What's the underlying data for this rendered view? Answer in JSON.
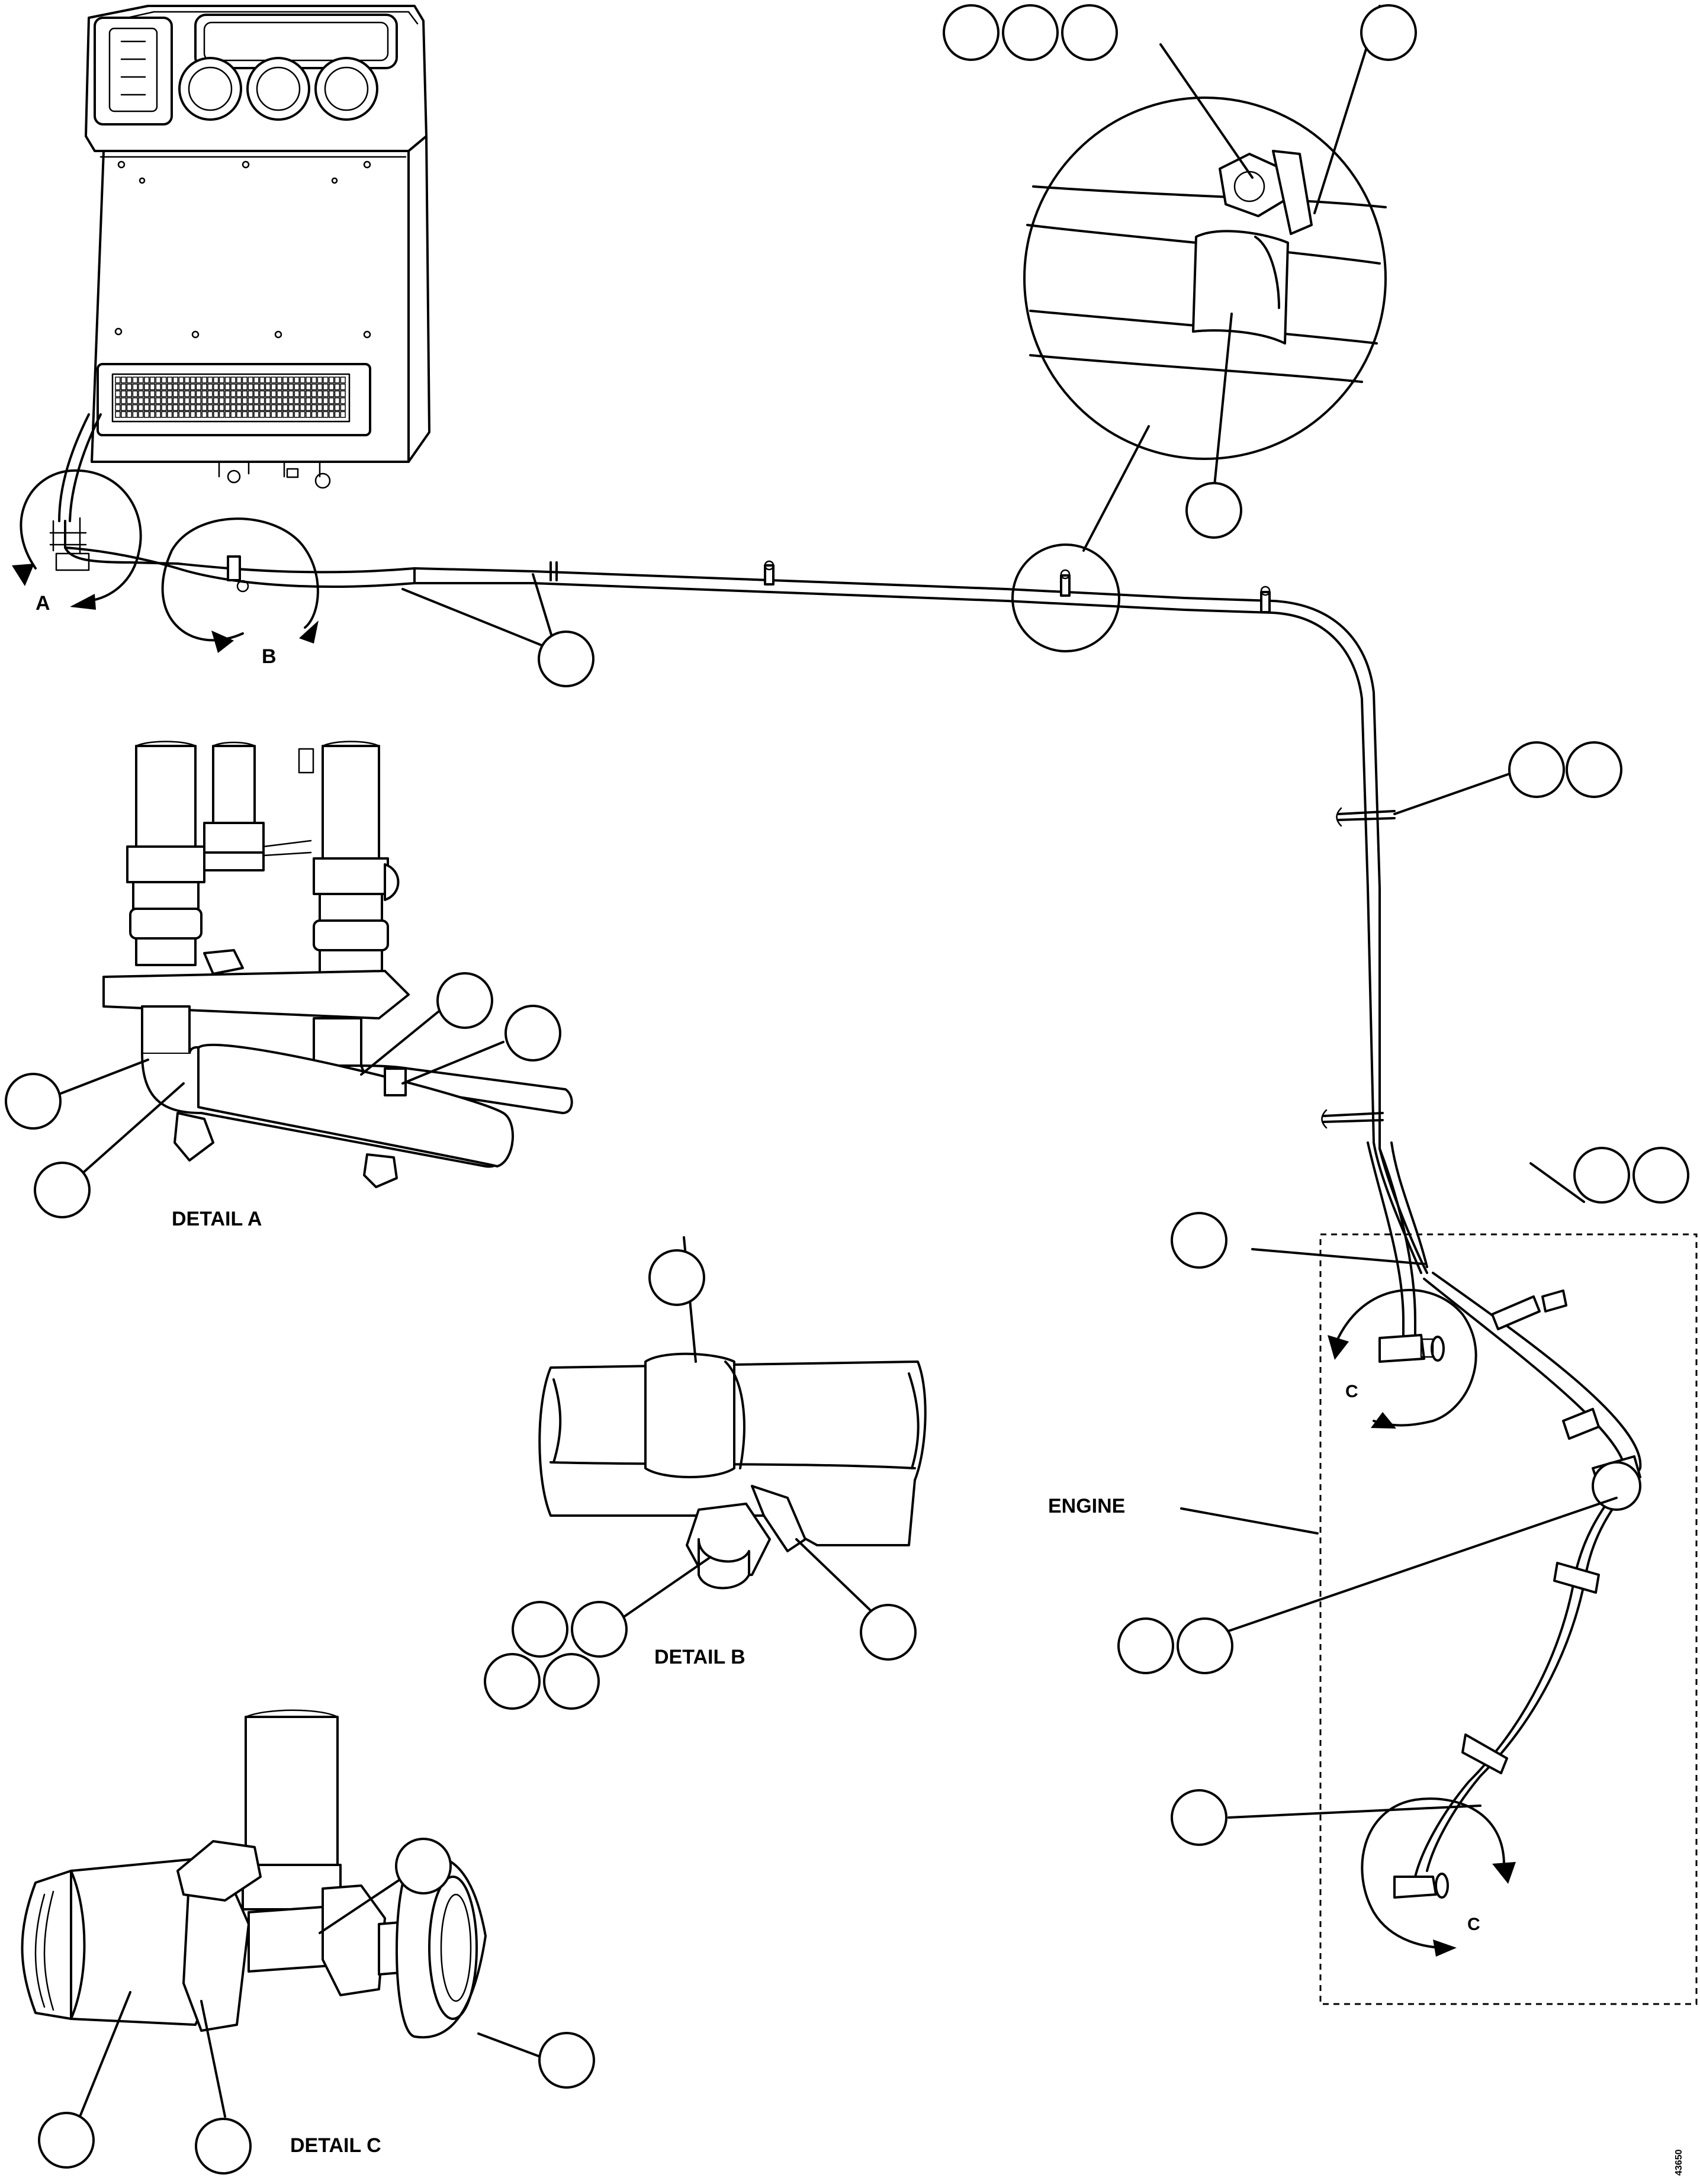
{
  "labels": {
    "view_a": "A",
    "view_b": "B",
    "view_c1": "C",
    "view_c2": "C",
    "detail_a": "DETAIL A",
    "detail_b": "DETAIL B",
    "detail_c": "DETAIL C",
    "engine": "ENGINE",
    "drawing_number": "43650"
  },
  "unit_panel": {
    "gauge_count": 3,
    "grille_rows": 6,
    "grille_cols": 40
  },
  "callouts_note": ""
}
